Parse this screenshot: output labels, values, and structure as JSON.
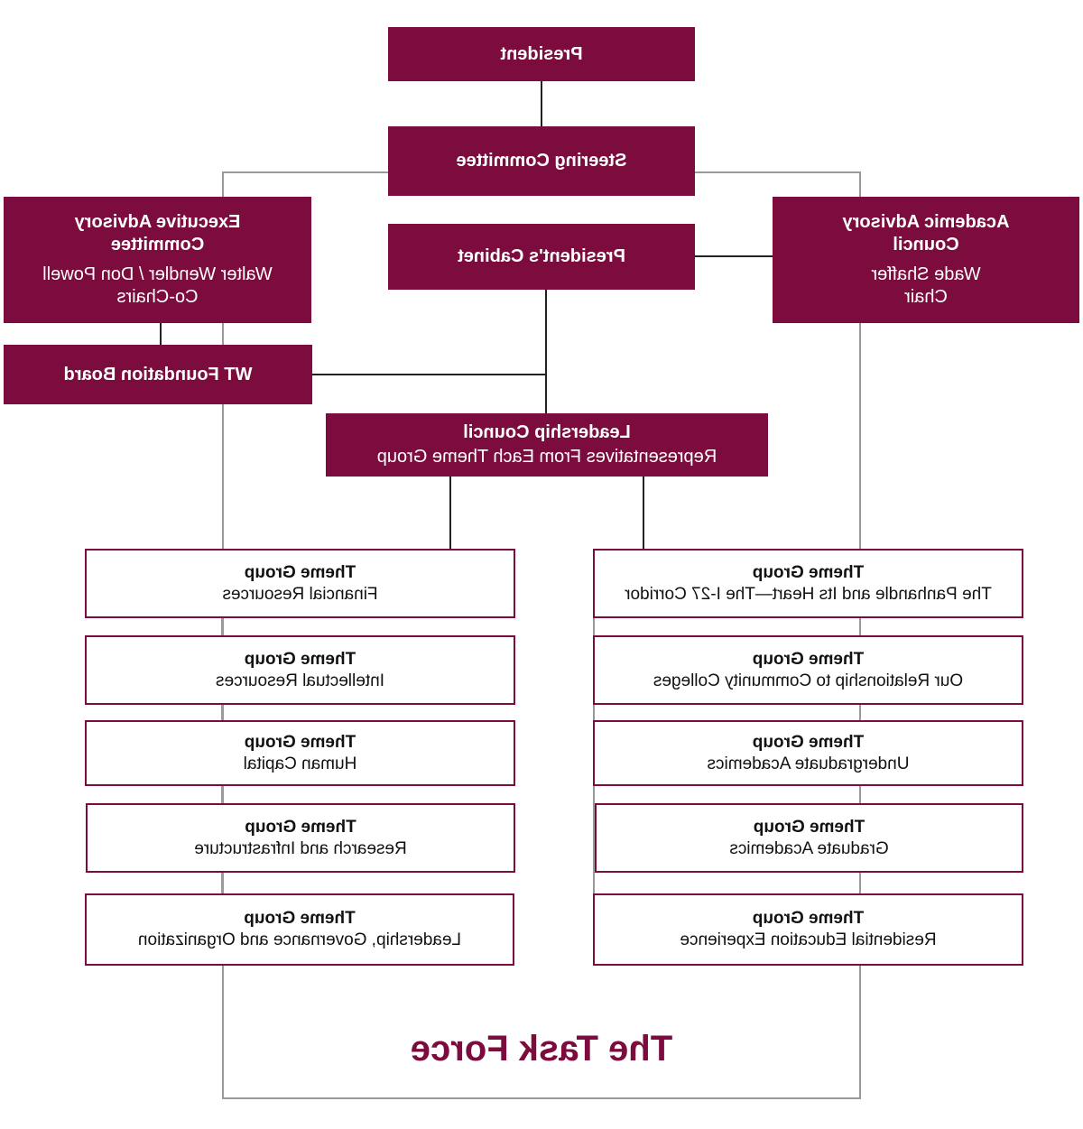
{
  "nodes": {
    "president": {
      "title": "President"
    },
    "steering": {
      "title": "Steering Committee"
    },
    "cabinet": {
      "title": "President's Cabinet"
    },
    "academic_council": {
      "title": "Academic Advisory Council",
      "sub1": "Wade Shaffer",
      "sub2": "Chair"
    },
    "executive_committee": {
      "title": "Executive Advisory Committee",
      "sub1": "Walter Wendler / Don Powell",
      "sub2": "Co-Chairs"
    },
    "foundation_board": {
      "title": "WT Foundation Board"
    },
    "leadership_council": {
      "title": "Leadership Council",
      "sub": "Representatives From Each Theme Group"
    }
  },
  "theme_label": "Theme Group",
  "theme_groups_left": [
    "The Panhandle and Its Heart—The I-27 Corridor",
    "Our Relationship to Community Colleges",
    "Undergraduate Academics",
    "Graduate Academics",
    "Residential Education Experience"
  ],
  "theme_groups_right": [
    "Financial Resources",
    "Intellectual Resources",
    "Human Capital",
    "Research and Infrastructure",
    "Leadership, Governance and Organization"
  ],
  "task_force_title": "The Task Force",
  "colors": {
    "maroon": "#7b0c3d",
    "connector": "#222222",
    "frame": "#9a9a9a"
  }
}
